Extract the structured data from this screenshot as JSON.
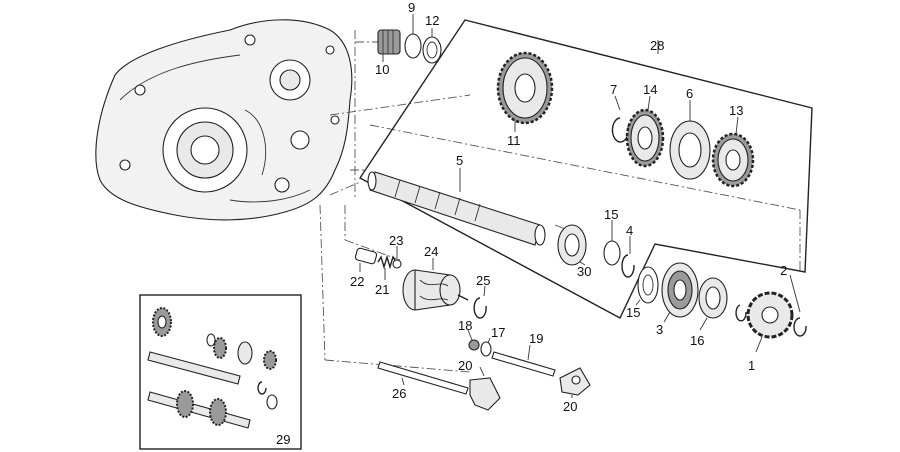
{
  "labels": [
    {
      "key": "9",
      "text": "9"
    },
    {
      "key": "12",
      "text": "12"
    },
    {
      "key": "10",
      "text": "10"
    },
    {
      "key": "28",
      "text": "28"
    },
    {
      "key": "7",
      "text": "7"
    },
    {
      "key": "14",
      "text": "14"
    },
    {
      "key": "6",
      "text": "6"
    },
    {
      "key": "13",
      "text": "13"
    },
    {
      "key": "11",
      "text": "11"
    },
    {
      "key": "5",
      "text": "5"
    },
    {
      "key": "15a",
      "text": "15"
    },
    {
      "key": "4",
      "text": "4"
    },
    {
      "key": "23",
      "text": "23"
    },
    {
      "key": "24",
      "text": "24"
    },
    {
      "key": "22",
      "text": "22"
    },
    {
      "key": "21",
      "text": "21"
    },
    {
      "key": "25",
      "text": "25"
    },
    {
      "key": "30",
      "text": "30"
    },
    {
      "key": "2",
      "text": "2"
    },
    {
      "key": "15b",
      "text": "15"
    },
    {
      "key": "3",
      "text": "3"
    },
    {
      "key": "16",
      "text": "16"
    },
    {
      "key": "1",
      "text": "1"
    },
    {
      "key": "18",
      "text": "18"
    },
    {
      "key": "17",
      "text": "17"
    },
    {
      "key": "19",
      "text": "19"
    },
    {
      "key": "20a",
      "text": "20"
    },
    {
      "key": "26",
      "text": "26"
    },
    {
      "key": "20b",
      "text": "20"
    },
    {
      "key": "29",
      "text": "29"
    }
  ]
}
